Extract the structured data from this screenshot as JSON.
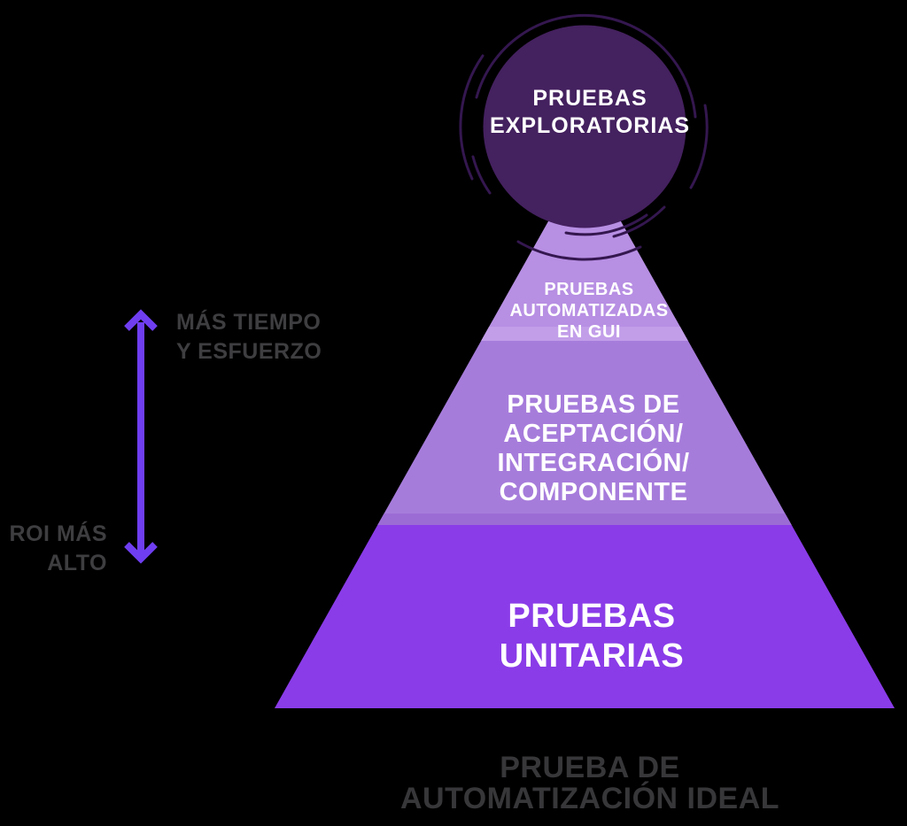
{
  "bubble": {
    "label": "PRUEBAS\nEXPLORATORIAS"
  },
  "pyramid": {
    "levels": [
      {
        "id": "gui",
        "label": "PRUEBAS\nAUTOMATIZADAS\nEN GUI",
        "color": "#b78fe3"
      },
      {
        "id": "acceptance",
        "label": "PRUEBAS DE\nACEPTACIÓN/\nINTEGRACIÓN/\nCOMPONENTE",
        "color": "#a67cdb"
      },
      {
        "id": "unit",
        "label": "PRUEBAS\nUNITARIAS",
        "color": "#8a3ce8"
      }
    ]
  },
  "axis": {
    "top_label": "MÁS TIEMPO\nY ESFUERZO",
    "bottom_label": "ROI MÁS\nALTO"
  },
  "caption": {
    "text": "PRUEBA DE\nAUTOMATIZACIÓN IDEAL"
  },
  "colors": {
    "background": "#000000",
    "bubble_fill": "#44215f",
    "arc_stroke": "#34174f",
    "gui_band": "#c29ee9",
    "acceptance_band": "#9c6cd5",
    "arrow": "#6f3ef0",
    "side_label_text": "#3e3e41",
    "caption_text": "#37373a",
    "pyramid_text": "#ffffff"
  }
}
